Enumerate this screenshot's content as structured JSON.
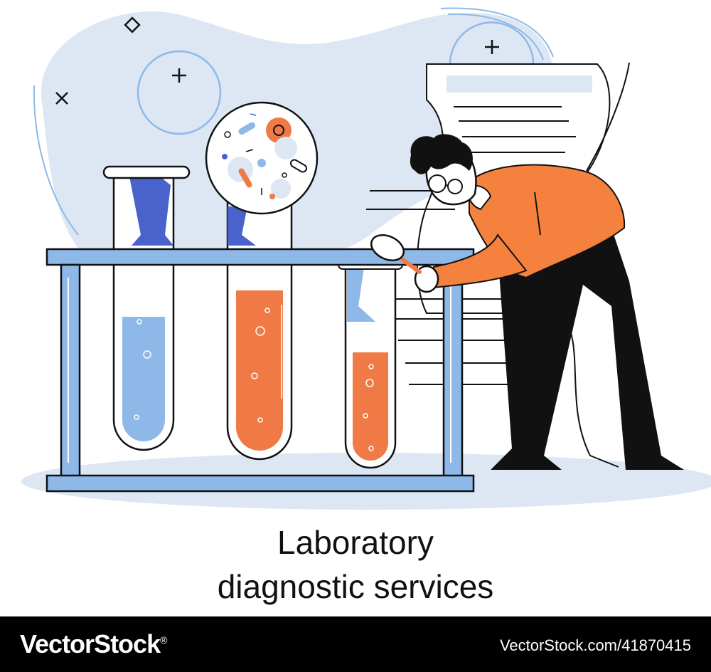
{
  "caption": {
    "line1": "Laboratory",
    "line2": "diagnostic services"
  },
  "footer": {
    "brand": "VectorStock",
    "brand_mark": "®",
    "credit": "VectorStock.com/41870415"
  },
  "colors": {
    "background_blob": "#dde7f3",
    "accent_blue": "#8db8e8",
    "deep_blue": "#4a63cc",
    "liquid_orange": "#f07a45",
    "shirt_orange": "#f5813e",
    "outline": "#111111",
    "footer_bg": "#000000"
  },
  "icons": [
    "plus-icon",
    "cross-icon",
    "diamond-icon",
    "magnifier-icon"
  ]
}
